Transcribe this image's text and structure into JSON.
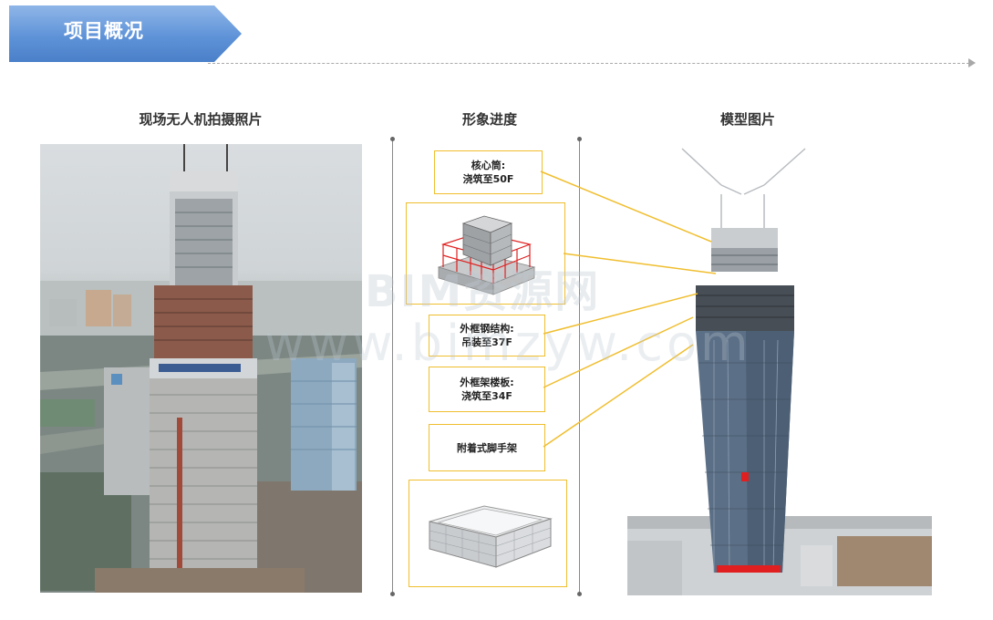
{
  "header": {
    "title": "项目概况"
  },
  "columns": {
    "photo_title": "现场无人机拍摄照片",
    "progress_title": "形象进度",
    "model_title": "模型图片"
  },
  "progress": {
    "core_tube": {
      "line1": "核心筒:",
      "line2": "浇筑至50F"
    },
    "outer_steel": {
      "line1": "外框钢结构:",
      "line2": "吊装至37F"
    },
    "outer_floor": {
      "line1": "外框架楼板:",
      "line2": "浇筑至34F"
    },
    "scaffold": {
      "line1": "附着式脚手架"
    }
  },
  "watermark": {
    "line1": "BIM资源网",
    "line2": "www.bimzyw.com"
  },
  "colors": {
    "accent": "#5f93d8",
    "callout": "#f0be2e",
    "scaffold_red": "#e02020"
  }
}
